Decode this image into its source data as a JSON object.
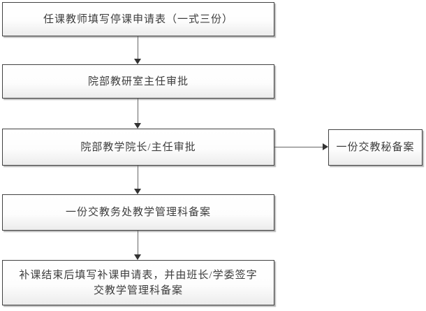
{
  "diagram": {
    "type": "flowchart",
    "nodes": {
      "step1": "任课教师填写停课申请表（一式三份）",
      "step2": "院部教研室主任审批",
      "step3": "院部教学院长/主任审批",
      "step4": "一份交教务处教学管理科备案",
      "step5": "补课结束后填写补课申请表，并由班长/学委签字\n交教学管理科备案",
      "side": "一份交教秘备案"
    },
    "edges": [
      {
        "from": "step1",
        "to": "step2",
        "direction": "down"
      },
      {
        "from": "step2",
        "to": "step3",
        "direction": "down"
      },
      {
        "from": "step3",
        "to": "side",
        "direction": "right"
      },
      {
        "from": "step3",
        "to": "step4",
        "direction": "down"
      },
      {
        "from": "step4",
        "to": "step5",
        "direction": "down"
      }
    ],
    "colors": {
      "box_border": "#424242",
      "box_fill_top": "#ffffff",
      "box_fill_bottom": "#ececec",
      "box_shadow": "#787878",
      "connector_line": "#666666",
      "arrowhead": "#333333",
      "text": "#3d3d3d",
      "background": "#ffffff"
    }
  }
}
